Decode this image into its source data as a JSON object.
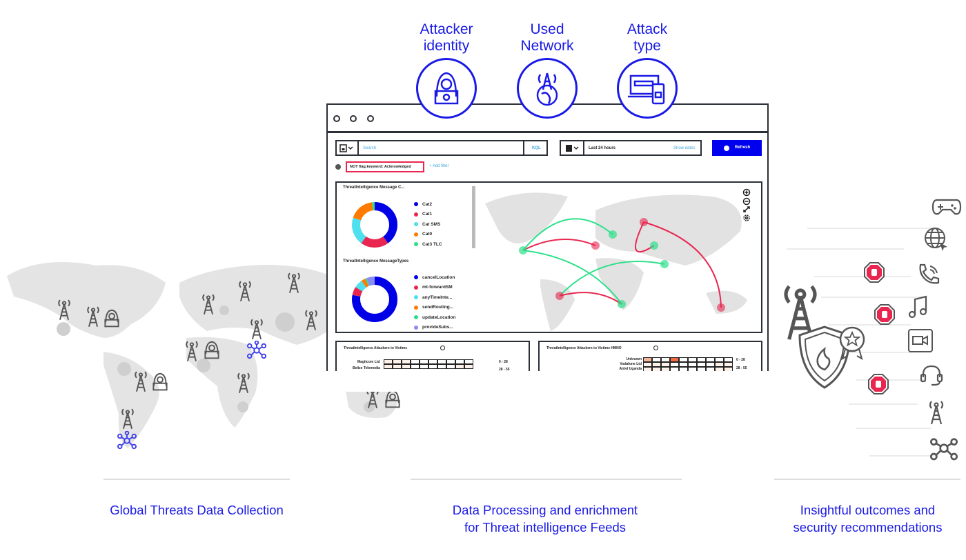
{
  "header_labels": [
    {
      "text": "Attacker identity",
      "icon": "hacker-icon"
    },
    {
      "text": "Used Network",
      "icon": "network-tower-globe-icon"
    },
    {
      "text": "Attack type",
      "icon": "password-laptop-phone-icon"
    }
  ],
  "dashboard": {
    "search_placeholder": "Search",
    "kql_label": "KQL",
    "date_range": "Last 24 hours",
    "show_dates": "Show dates",
    "refresh_label": "Refresh",
    "filter_pill": "NOT flag.keyword: Acknowledged",
    "add_filter": "+ Add filter",
    "chart1": {
      "title": "ThreatIntelligence Message C...",
      "legend": [
        "Cat2",
        "Cat1",
        "Cat SMS",
        "Cat0",
        "Cat3 TLC"
      ],
      "values": [
        40,
        20,
        20,
        18,
        2
      ]
    },
    "chart2": {
      "title": "ThreatIntelligence MessageTypes",
      "legend": [
        "cancelLocation",
        "mt-forwardSM",
        "anyTimeInte...",
        "sendRouting...",
        "updateLocation",
        "provideSubs..."
      ],
      "values": [
        78,
        6,
        6,
        3,
        1,
        6
      ]
    },
    "heat1": {
      "title": "ThreatIntelligence Attackers to Victims",
      "rows": [
        "Magitcom Ltd",
        "Belize Telemedia"
      ],
      "legend": [
        "0 - 28",
        "28 - 55"
      ]
    },
    "heat2": {
      "title": "ThreatIntelligence Attackers to Victims HMNO",
      "rows": [
        "Unknown",
        "Vodafone Ltd",
        "Airtel Uganda"
      ],
      "legend": [
        "0 - 28",
        "28 - 55"
      ]
    }
  },
  "colors": {
    "accent": "#1a1ae6",
    "donut": [
      "#0000e6",
      "#e8264f",
      "#4fe0f0",
      "#ff7a00",
      "#2ee08a",
      "#8b8bf5",
      "#ffd23f"
    ]
  },
  "captions": {
    "left": "Global Threats Data Collection",
    "center_1": "Data Processing and enrichment",
    "center_2": "for Threat intelligence Feeds",
    "right_1": "Insightful outcomes and",
    "right_2": "security recommendations"
  }
}
